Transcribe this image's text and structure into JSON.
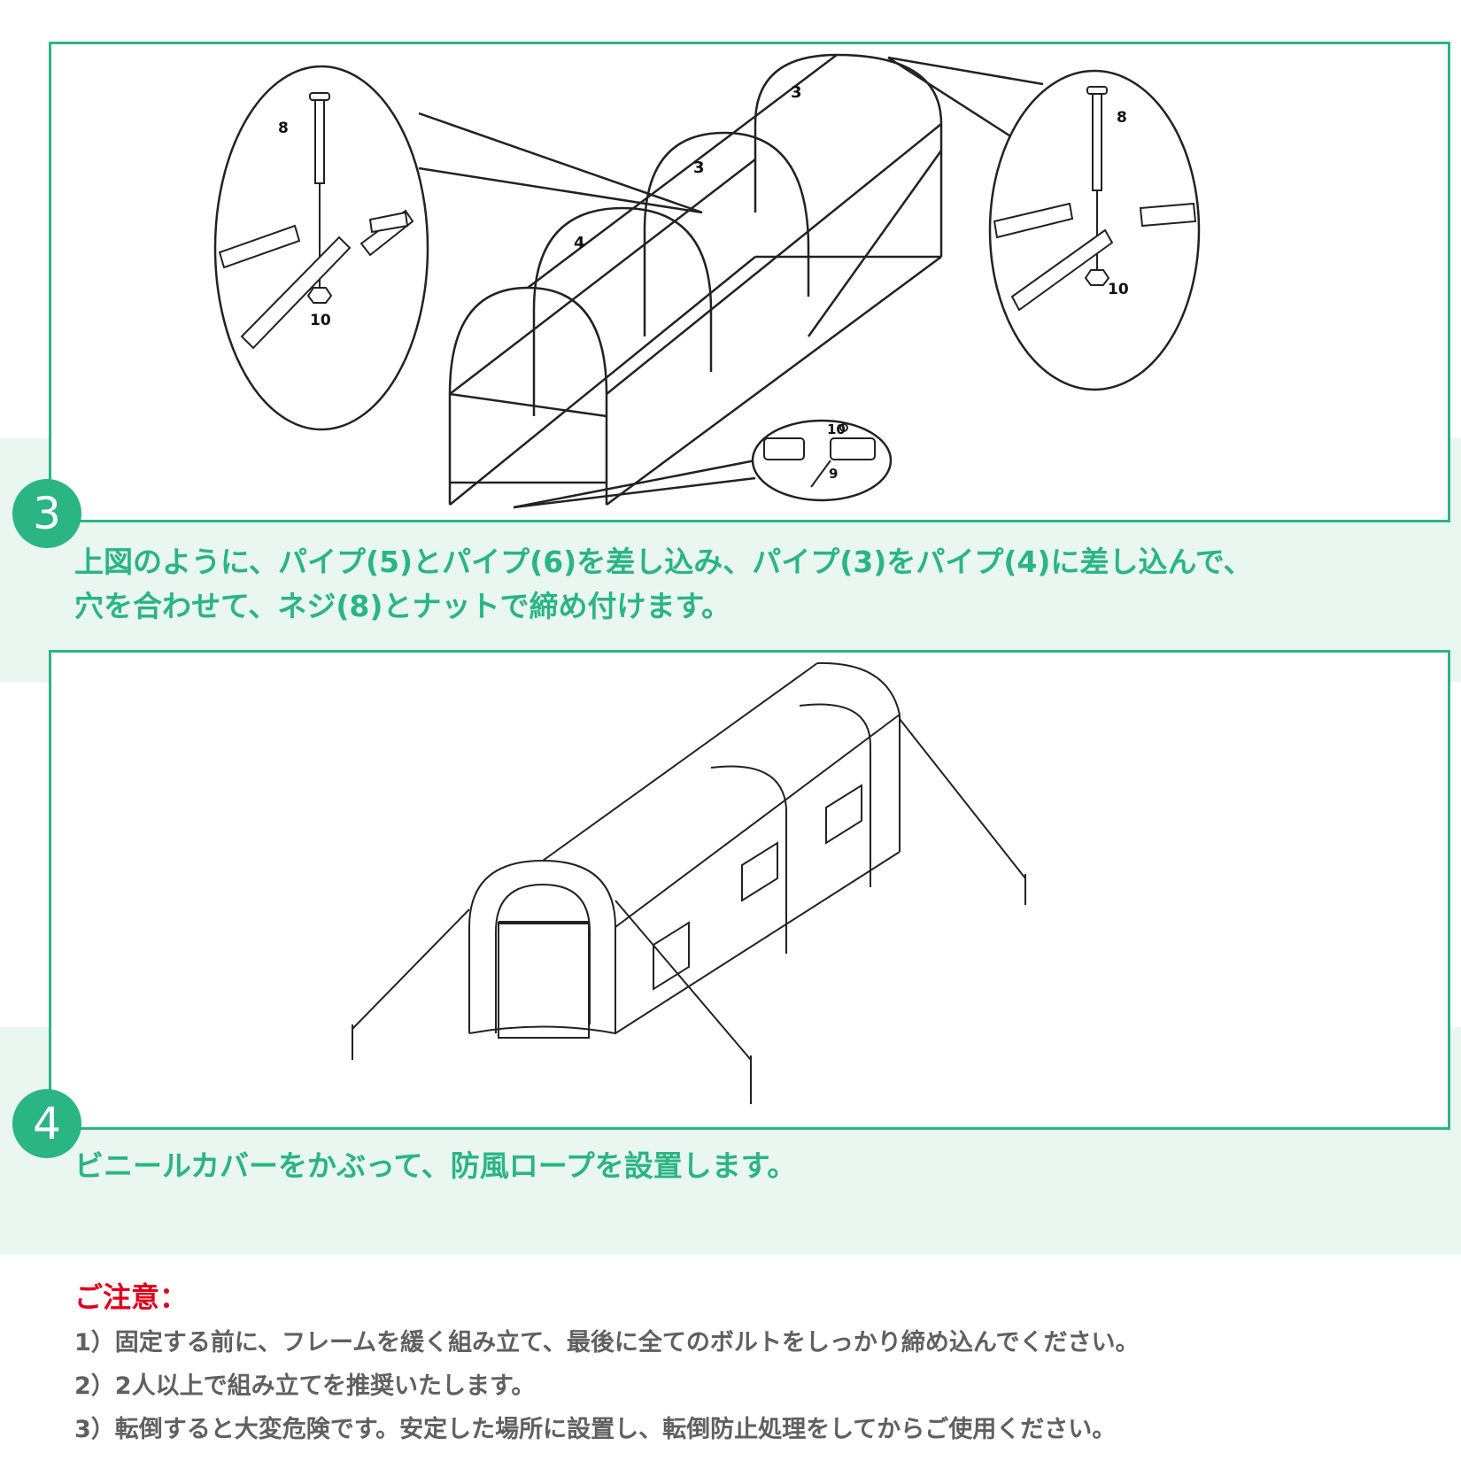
{
  "colors": {
    "accent": "#2ab582",
    "warning": "#e0001c",
    "note_text": "#606060",
    "band": "#e9f7f0"
  },
  "step3": {
    "number": "3",
    "text_line1": "上図のように、パイプ(5)とパイプ(6)を差し込み、パイプ(3)をパイプ(4)に差し込んで、",
    "text_line2": "穴を合わせて、ネジ(8)とナットで締め付けます。",
    "labels": {
      "pipe_a": "3",
      "pipe_b": "3",
      "pipe_c": "4",
      "bolt_left": "8",
      "nut_left": "10",
      "bolt_right": "8",
      "nut_right": "10",
      "nut_bottom": "10",
      "screw_bottom": "9"
    }
  },
  "step4": {
    "number": "4",
    "text": "ビニールカバーをかぶって、防風ロープを設置します。"
  },
  "notes": {
    "title": "ご注意：",
    "items": [
      "1）固定する前に、フレームを緩く組み立て、最後に全てのボルトをしっかり締め込んでください。",
      "2）2人以上で組み立てを推奨いたします。",
      "3）転倒すると大変危険です。安定した場所に設置し、転倒防止処理をしてからご使用ください。"
    ]
  }
}
